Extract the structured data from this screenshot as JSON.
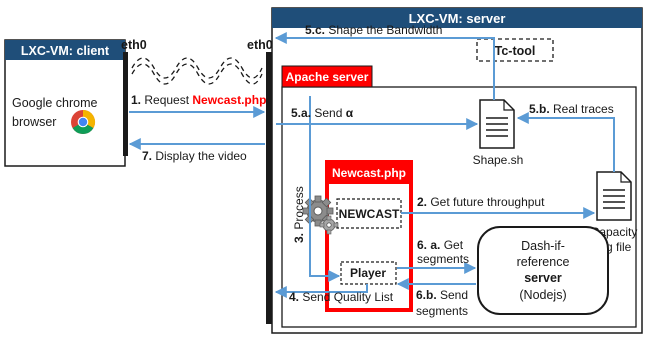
{
  "client": {
    "title": "LXC-VM: client",
    "app_line1": "Google chrome",
    "app_line2": "browser",
    "icon": "chrome-icon"
  },
  "server": {
    "title": "LXC-VM: server"
  },
  "interfaces": {
    "client_eth": "eth0",
    "server_eth": "eth0"
  },
  "apache": {
    "title": "Apache server"
  },
  "newcast": {
    "title": "Newcast.php",
    "module": "NEWCAST",
    "player": "Player",
    "icon": "gears-icon"
  },
  "tc_tool": {
    "label": "Tc-tool"
  },
  "shape": {
    "label": "Shape.sh",
    "icon": "document-icon"
  },
  "capacity": {
    "line1": "Capacity",
    "line2": "log file",
    "icon": "document-icon"
  },
  "dash_server": {
    "line1": "Dash-if-",
    "line2": "reference",
    "line3": "server",
    "line4": "(Nodejs)"
  },
  "steps": {
    "s1_num": "1.",
    "s1_text": " Request ",
    "s1_highlight": "Newcast.php",
    "s7_num": "7.",
    "s7_text": " Display the video",
    "s5c_num": "5.c.",
    "s5c_text": " Shape the Bandwidth",
    "s5a_num": "5.a.",
    "s5a_text": " Send ",
    "s5a_symbol": "α",
    "s5b_num": "5.b.",
    "s5b_text": " Real traces",
    "s2_num": "2.",
    "s2_text": " Get future throughput",
    "s3_num": "3.",
    "s3_text": " Process",
    "s6a_num": "6. a.",
    "s6a_text1": " Get",
    "s6a_text2": "segments",
    "s6b_num": "6.b.",
    "s6b_text1": " Send",
    "s6b_text2": "segments",
    "s4_num": "4.",
    "s4_text": " Send Quality List"
  },
  "colors": {
    "header_blue": "#1f4e79",
    "accent_red": "#ff0000",
    "arrow_blue": "#5b9bd5",
    "text_dark": "#1a1a1a"
  }
}
